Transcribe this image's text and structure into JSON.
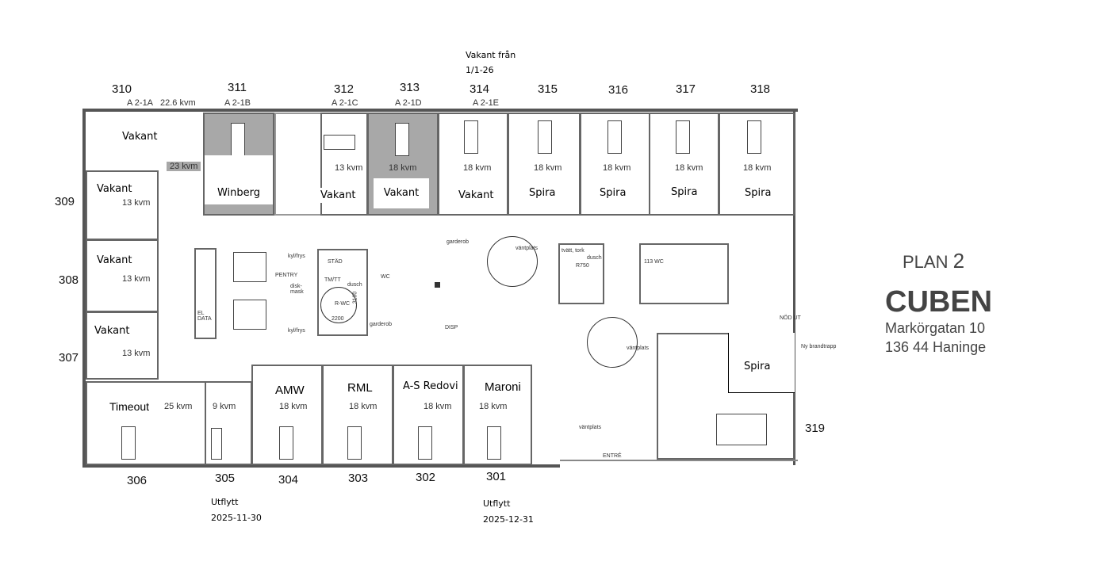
{
  "header_note": {
    "line1": "Vakant från",
    "line2": "1/1-26"
  },
  "top_rooms": [
    {
      "number": "310",
      "code": "A 2-1A",
      "area": "22.6 kvm",
      "tenant": "Vakant"
    },
    {
      "number": "311",
      "code": "A 2-1B",
      "area": "23 kvm",
      "tenant": "Winberg"
    },
    {
      "number": "312",
      "code": "A 2-1C",
      "area": "13 kvm",
      "tenant": "Vakant"
    },
    {
      "number": "313",
      "code": "A 2-1D",
      "area": "18 kvm",
      "tenant": "Vakant"
    },
    {
      "number": "314",
      "code": "A 2-1E",
      "area": "18 kvm",
      "tenant": "Vakant"
    },
    {
      "number": "315",
      "area": "18 kvm",
      "tenant": "Spira"
    },
    {
      "number": "316",
      "area": "18 kvm",
      "tenant": "Spira"
    },
    {
      "number": "317",
      "area": "18 kvm",
      "tenant": "Spira"
    },
    {
      "number": "318",
      "area": "18 kvm",
      "tenant": "Spira"
    }
  ],
  "left_rooms": [
    {
      "number": "309",
      "area": "13 kvm",
      "tenant": "Vakant"
    },
    {
      "number": "308",
      "area": "13 kvm",
      "tenant": "Vakant"
    },
    {
      "number": "307",
      "area": "13 kvm",
      "tenant": "Vakant"
    }
  ],
  "bottom_rooms": [
    {
      "number": "306",
      "area": "25 kvm",
      "tenant": "Timeout"
    },
    {
      "number": "305",
      "area": "9 kvm",
      "tenant": "",
      "move_out": "Utflytt",
      "move_out_date": "2025-11-30"
    },
    {
      "number": "304",
      "area": "18 kvm",
      "tenant": "AMW"
    },
    {
      "number": "303",
      "area": "18 kvm",
      "tenant": "RML"
    },
    {
      "number": "302",
      "area": "18 kvm",
      "tenant": "A-S Redovi"
    },
    {
      "number": "301",
      "area": "18 kvm",
      "tenant": "Maroni",
      "move_out": "Utflytt",
      "move_out_date": "2025-12-31"
    }
  ],
  "corner_room": {
    "number": "319",
    "tenant": "Spira"
  },
  "plan_labels": {
    "el_data": "EL DATA",
    "kylfrys": "kyl/frys",
    "pentry": "PENTRY",
    "diskmask": "disk-mask",
    "stad": "STÄD",
    "tmtt": "TM/TT",
    "dusch": "dusch",
    "wc": "WC",
    "rwc": "R-WC",
    "dim1": "2200",
    "dim2": "3100",
    "garderob": "garderob",
    "disp": "DISP",
    "vantplats": "väntplats",
    "tvatt": "tvätt, tork",
    "wc113": "113 WC",
    "r750": "R750",
    "nodut": "NÖD UT",
    "brandtrapp": "Ny brandtrapp",
    "entre": "ENTRÉ"
  },
  "title": {
    "plan": "PLAN",
    "plan_number": "2",
    "building": "CUBEN",
    "street": "Markörgatan 10",
    "city": "136 44 Haninge"
  }
}
